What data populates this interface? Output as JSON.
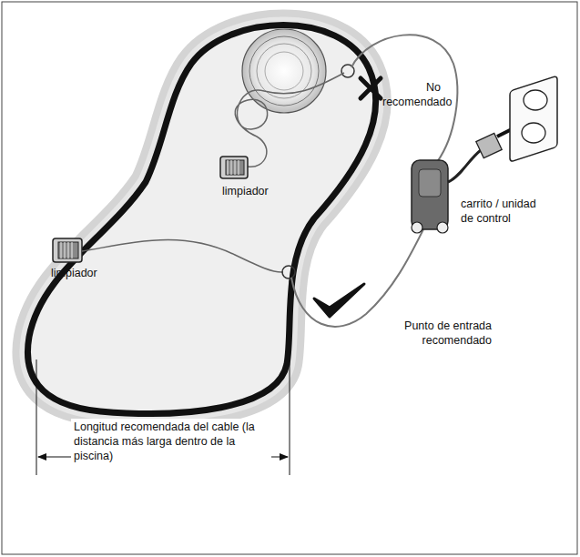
{
  "diagram": {
    "labels": [
      "limpiador",
      "No recomendado",
      "carrito / unidad de control",
      "limpiador",
      "Punto de entrada recomendado",
      "Longitud recomendada del cable (la distancia más larga dentro de la piscina)"
    ]
  }
}
